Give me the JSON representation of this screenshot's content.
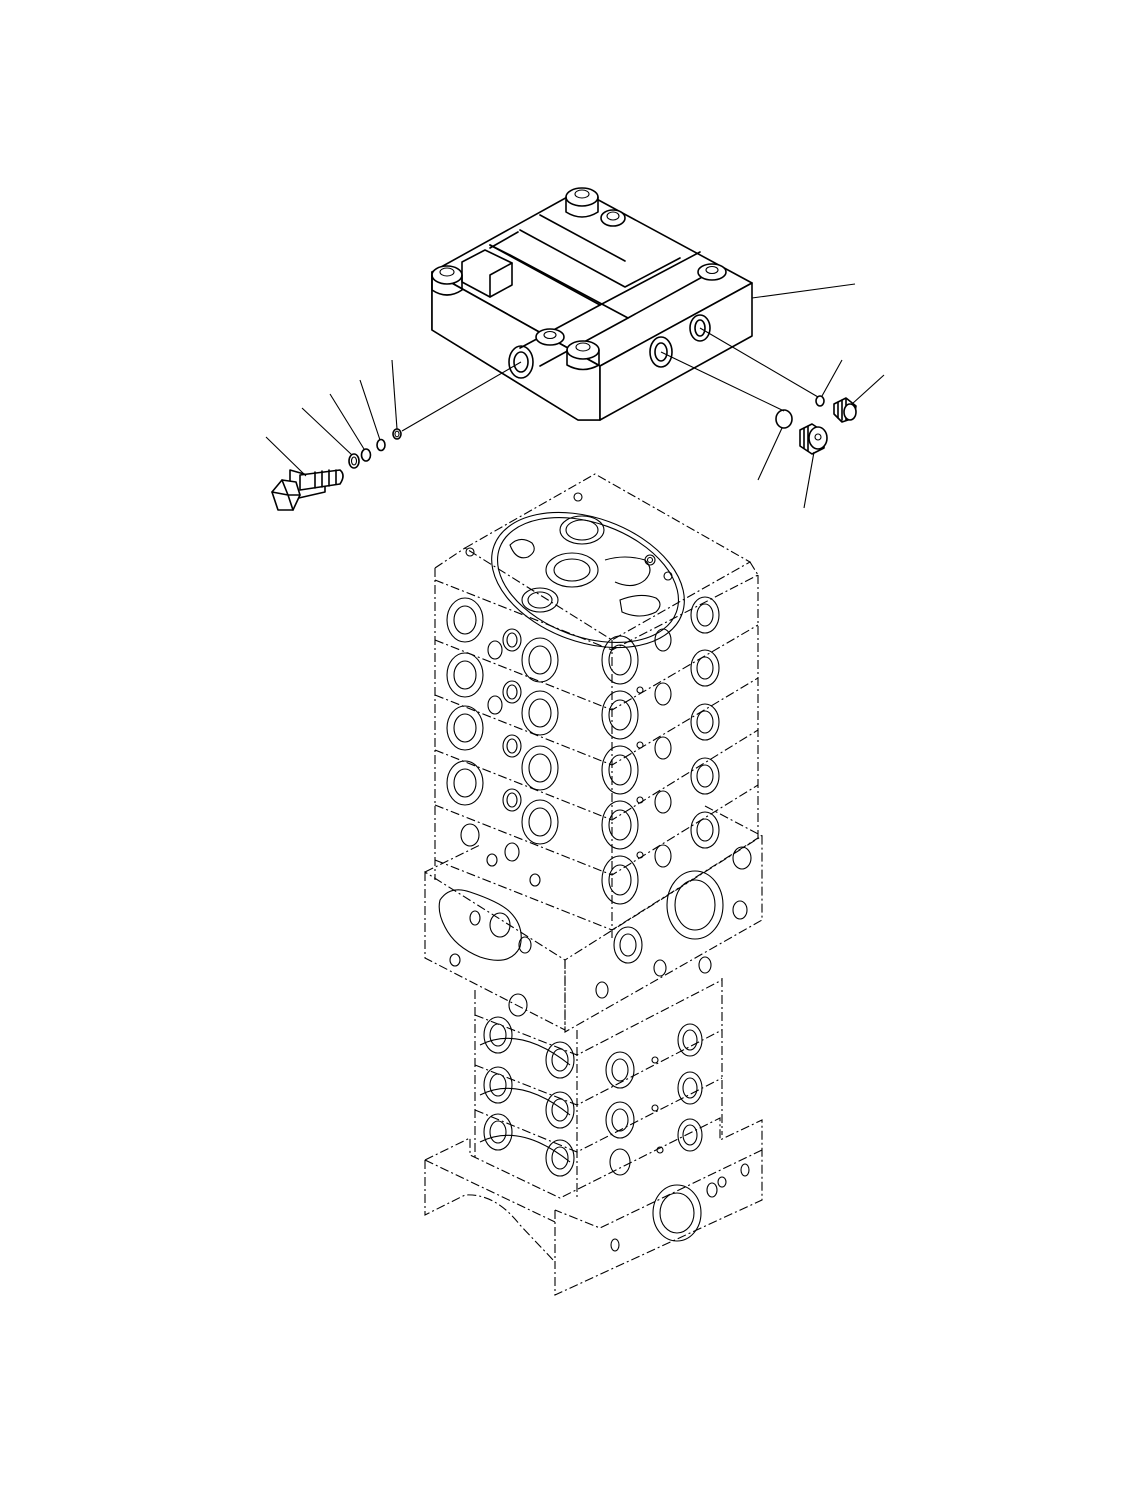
{
  "diagram": {
    "kind": "exploded parts view",
    "background": "#ffffff",
    "stroke": "#000000",
    "parts": [
      {
        "id": "cover",
        "icon": "valve-cover-block"
      },
      {
        "id": "plug-bolt-left",
        "icon": "hex-plug-bolt"
      },
      {
        "id": "ring-1",
        "icon": "o-ring"
      },
      {
        "id": "ring-2",
        "icon": "o-ring"
      },
      {
        "id": "ring-3",
        "icon": "o-ring"
      },
      {
        "id": "ring-4",
        "icon": "o-ring"
      },
      {
        "id": "small-ring-right",
        "icon": "o-ring"
      },
      {
        "id": "plug-right-top",
        "icon": "threaded-plug"
      },
      {
        "id": "oval-ring-right",
        "icon": "o-ring"
      },
      {
        "id": "plug-right-bottom",
        "icon": "threaded-plug"
      },
      {
        "id": "valve-stack",
        "icon": "control-valve-stack-phantom"
      }
    ]
  }
}
